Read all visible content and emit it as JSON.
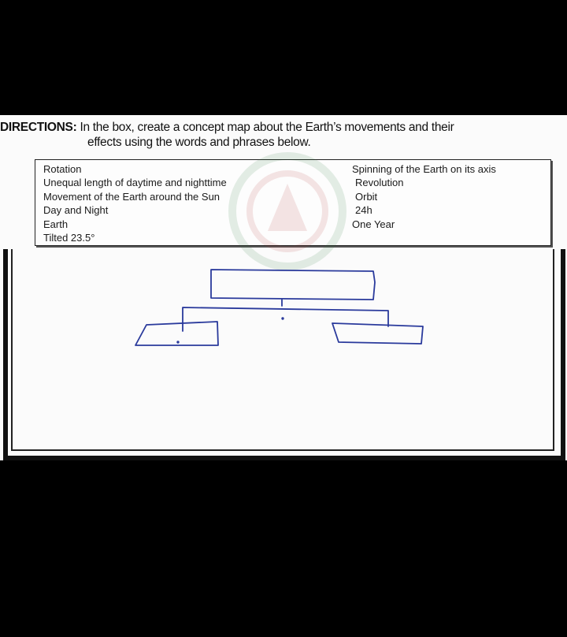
{
  "directions": {
    "lead": "DIRECTIONS:",
    "line1": " In the box, create a concept map about the Earth’s movements and their",
    "line2": "effects using the words and phrases below."
  },
  "word_box": {
    "left": [
      "Rotation",
      "Unequal length of daytime and nighttime",
      "Movement of the Earth around the Sun",
      "Day and Night",
      "Earth",
      "Tilted 23.5°"
    ],
    "right": [
      "Spinning of the Earth on its axis",
      "Revolution",
      "Orbit",
      "24h",
      "One Year"
    ]
  },
  "colors": {
    "ink": "#2a3a9c",
    "background": "#000000",
    "paper": "#fbfbfb"
  }
}
